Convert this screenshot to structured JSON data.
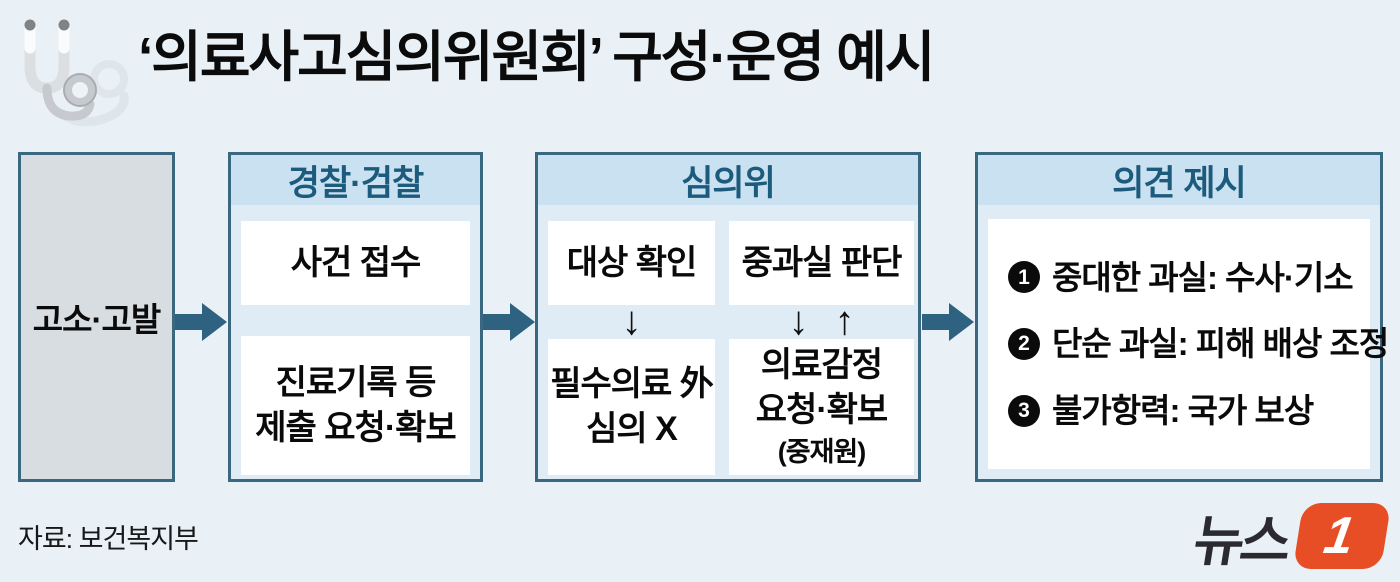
{
  "title": "‘의료사고심의위원회’ 구성·운영 예시",
  "source": "자료: 보건복지부",
  "logo": {
    "text": "뉴스",
    "number": "1"
  },
  "colors": {
    "page_bg": "#e9f1f6",
    "box_border": "#3a6880",
    "header_band": "#c9e1f0",
    "header_text": "#1d5b7d",
    "box_body": "#dfecf5",
    "start_box_bg": "#d7dde1",
    "flow_arrow": "#2e6280",
    "logo_orange": "#e84e25"
  },
  "flow": {
    "start": {
      "label": "고소·고발"
    },
    "police": {
      "header": "경찰·검찰",
      "step1": "사건 접수",
      "step2": "진료기록 등\n제출 요청·확보"
    },
    "committee": {
      "header": "심의위",
      "left": {
        "step1": "대상 확인",
        "arrow_down": "↓",
        "step2": "필수의료 外\n심의 X"
      },
      "right": {
        "step1": "중과실 판단",
        "arrow_down": "↓",
        "arrow_up": "↑",
        "step2": "의료감정\n요청·확보",
        "note": "(중재원)"
      }
    },
    "opinion": {
      "header": "의견 제시",
      "items": [
        {
          "num": "1",
          "text": "중대한 과실: 수사·기소"
        },
        {
          "num": "2",
          "text": "단순 과실: 피해 배상 조정"
        },
        {
          "num": "3",
          "text": "불가항력: 국가 보상"
        }
      ]
    }
  }
}
